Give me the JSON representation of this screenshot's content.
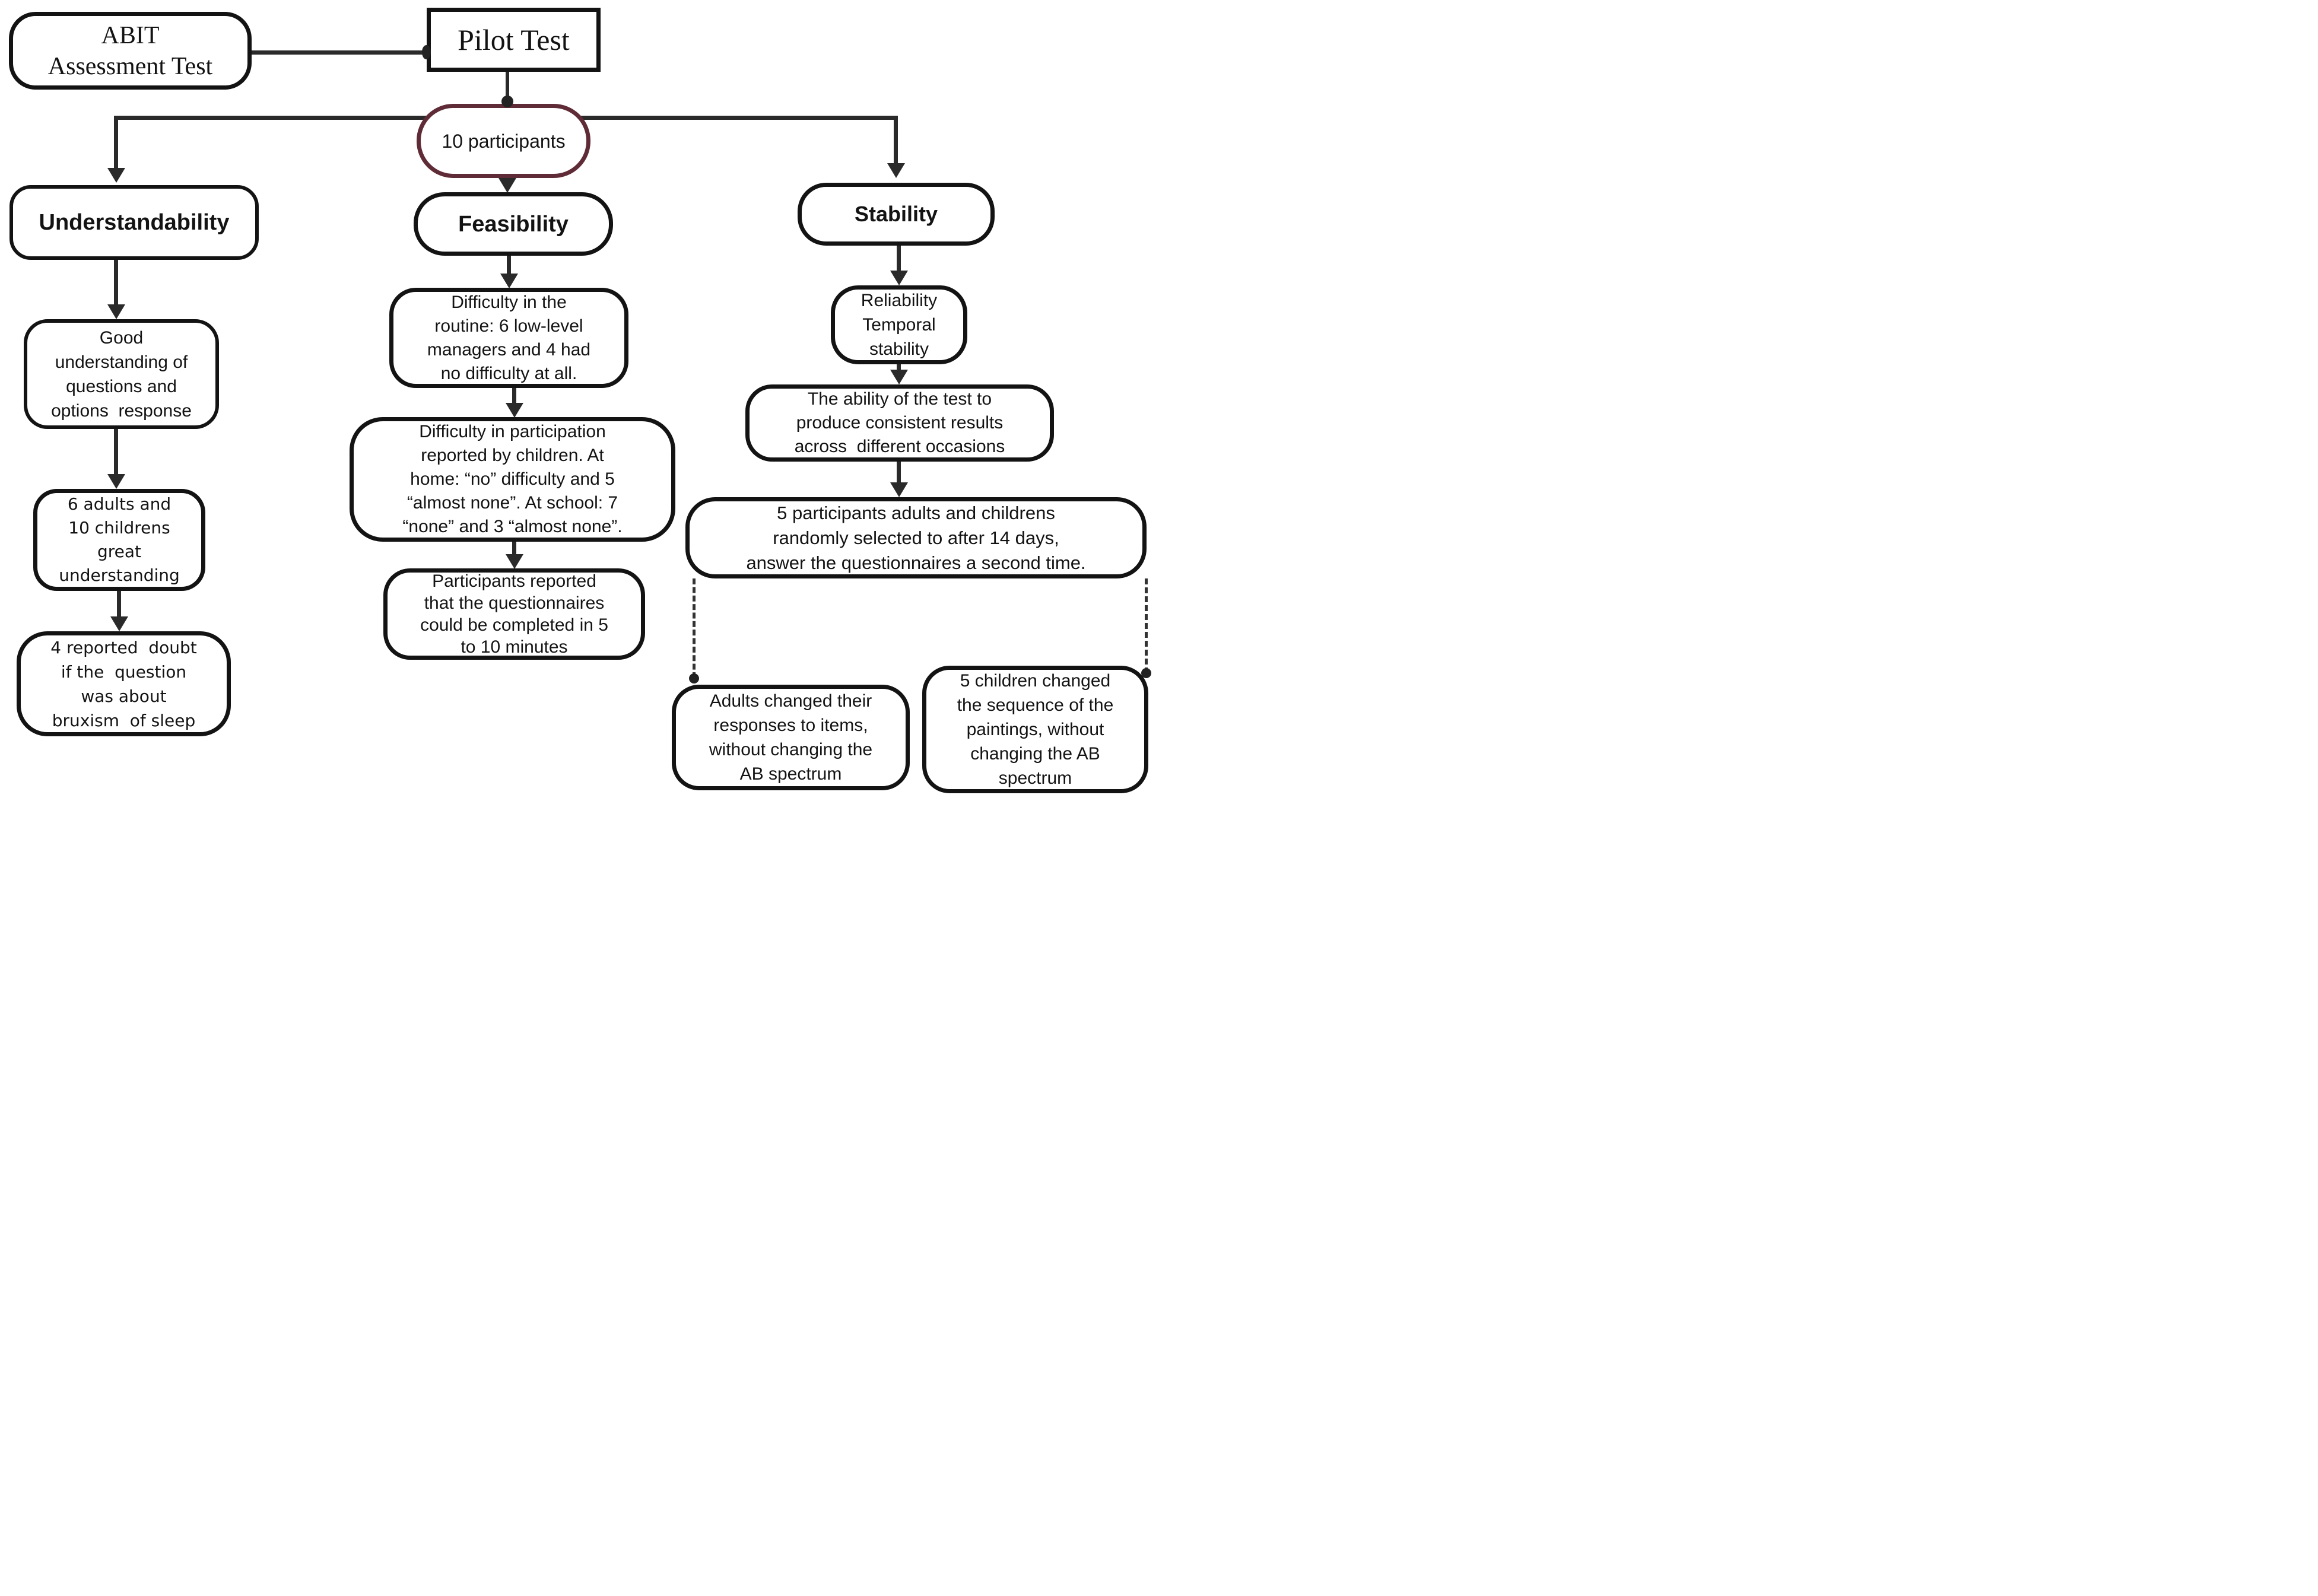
{
  "diagram": {
    "title": "ABIT Assessment Test pilot test flowchart",
    "colors": {
      "node_border": "#131313",
      "connector": "#2a2a2a",
      "participants_capsule_border": "#5f2b36",
      "background": "#ffffff",
      "text": "#131313"
    },
    "nodes": {
      "abit": {
        "label": "ABIT\nAssessment Test"
      },
      "pilot": {
        "label": "Pilot Test"
      },
      "participants": {
        "label": "10 participants"
      },
      "understandability": {
        "label": "Understandability"
      },
      "good_understanding": {
        "label": "Good\nunderstanding of\nquestions and\noptions  response"
      },
      "adults_children_understanding": {
        "label": "6 adults and\n10 childrens\ngreat\nunderstanding"
      },
      "reported_doubt": {
        "label": "4 reported  doubt\nif the  question\nwas about\nbruxism  of sleep"
      },
      "feasibility": {
        "label": "Feasibility"
      },
      "difficulty_routine": {
        "label": "Difficulty in the\nroutine: 6 low-level\nmanagers and 4 had\nno difficulty at all."
      },
      "difficulty_participation": {
        "label": "Difficulty in participation\nreported by children. At\nhome: “no” difficulty and 5\n“almost none”. At school: 7\n“none” and 3 “almost none”."
      },
      "completion_time": {
        "label": "Participants reported\nthat the questionnaires\ncould be completed in 5\nto 10 minutes"
      },
      "stability": {
        "label": "Stability"
      },
      "reliability": {
        "label": "Reliability\nTemporal\nstability"
      },
      "test_ability": {
        "label": "The ability of the test to\nproduce consistent results\nacross  different occasions"
      },
      "retest": {
        "label": "5 participants adults and childrens\nrandomly selected to after 14 days,\nanswer the questionnaires a second time."
      },
      "adults_changed": {
        "label": "Adults changed their\nresponses to items,\nwithout changing the\nAB spectrum"
      },
      "children_changed": {
        "label": "5 children changed\nthe sequence of the\npaintings, without\nchanging the AB\nspectrum"
      }
    }
  }
}
